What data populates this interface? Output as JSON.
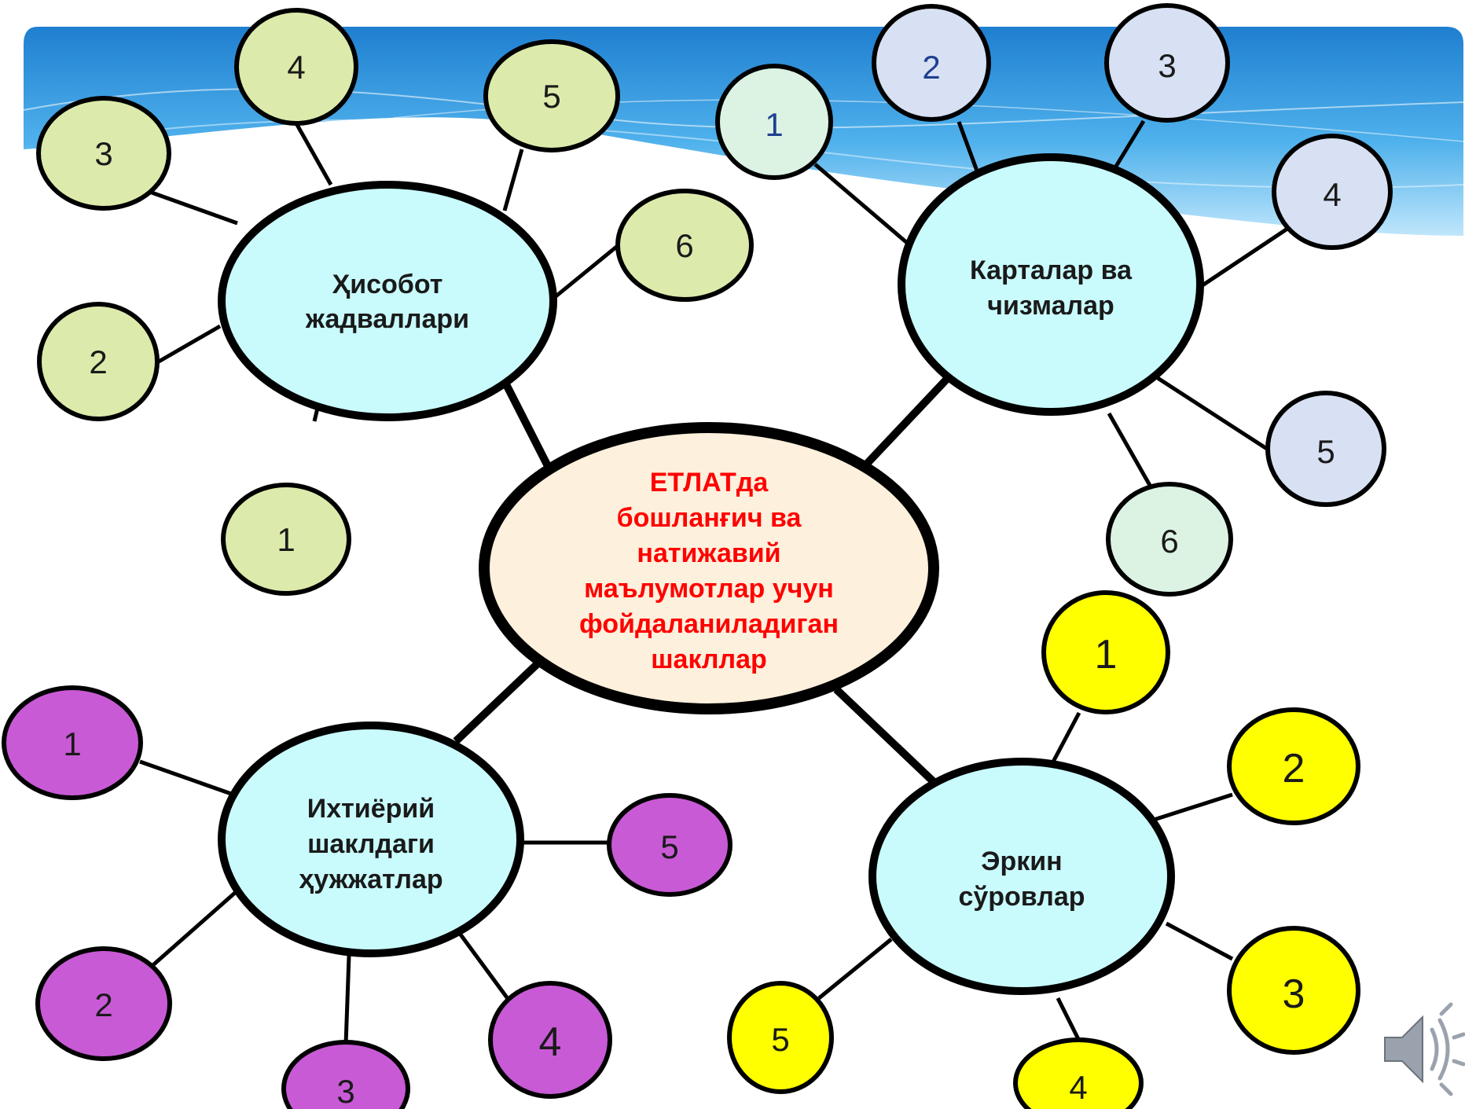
{
  "colors": {
    "hub_fill": "#c9fbfd",
    "center_fill": "#fdf0dc",
    "center_text": "#ff0000",
    "green_leaf": "#dcebab",
    "lightgreen_leaf": "#dcf3e4",
    "blue_leaf": "#d8e1f3",
    "purple_leaf": "#c95ad6",
    "yellow_leaf": "#ffff00",
    "banner_top": "#2f8fd8",
    "banner_bottom": "#9fd6f7"
  },
  "diagram": {
    "center": {
      "lines": [
        "ЕТЛАТда",
        "бошланғич ва",
        "натижавий",
        "маълумотлар учун",
        "фойдаланиладиган",
        "шакллар"
      ]
    },
    "hub_reports": {
      "lines": [
        "Ҳисобот",
        "жадваллари"
      ],
      "leaves": [
        "1",
        "2",
        "3",
        "4",
        "5",
        "6"
      ]
    },
    "hub_maps": {
      "lines": [
        "Карталар ва",
        "чизмалар"
      ],
      "leaves": [
        "1",
        "2",
        "3",
        "4",
        "5",
        "6"
      ]
    },
    "hub_documents": {
      "lines": [
        "Ихтиёрий",
        "шаклдаги",
        "ҳужжатлар"
      ],
      "leaves": [
        "1",
        "2",
        "3",
        "4",
        "5"
      ]
    },
    "hub_surveys": {
      "lines": [
        "Эркин",
        "сўровлар"
      ],
      "leaves": [
        "1",
        "2",
        "3",
        "4",
        "5"
      ]
    }
  },
  "icons": {
    "speaker": "speaker-icon"
  }
}
